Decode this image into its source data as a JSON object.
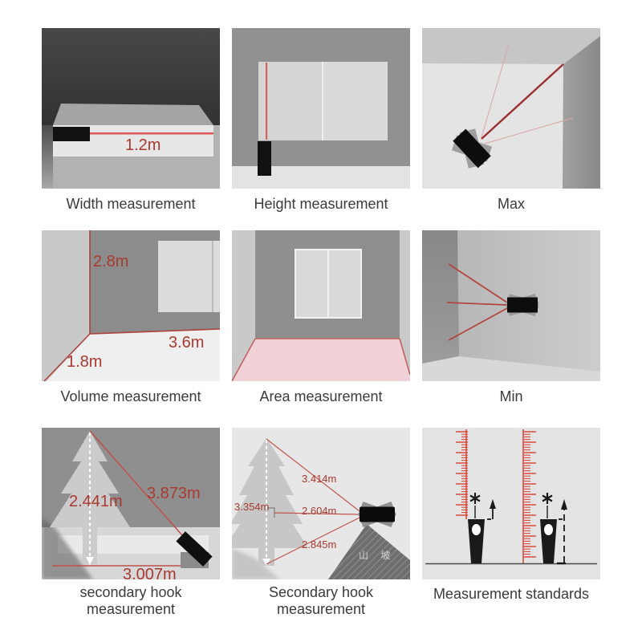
{
  "colors": {
    "laser_red": "#bf504b",
    "label_red": "#a93a31",
    "ruler_red": "#d6493f",
    "floor_pink": "#f1d3d7",
    "caption_gray": "#3b3b3b"
  },
  "panels": {
    "width": {
      "caption": "Width measurement",
      "distance": "1.2m"
    },
    "height": {
      "caption": "Height measurement"
    },
    "max": {
      "caption": "Max"
    },
    "volume": {
      "caption": "Volume measurement",
      "height": "2.8m",
      "width": "3.6m",
      "depth": "1.8m"
    },
    "area": {
      "caption": "Area measurement"
    },
    "min": {
      "caption": "Min"
    },
    "hook_lower": {
      "caption_line1": "secondary hook",
      "caption_line2": "measurement",
      "tree_height": "2.441m",
      "hypotenuse": "3.873m",
      "baseline": "3.007m"
    },
    "hook_upper": {
      "caption_line1": "Secondary hook",
      "caption_line2": "measurement",
      "left_height": "3.354m",
      "top": "3.414m",
      "middle": "2.604m",
      "bottom": "2.845m",
      "slope_label": "山 坡"
    },
    "standards": {
      "caption": "Measurement standards"
    }
  }
}
